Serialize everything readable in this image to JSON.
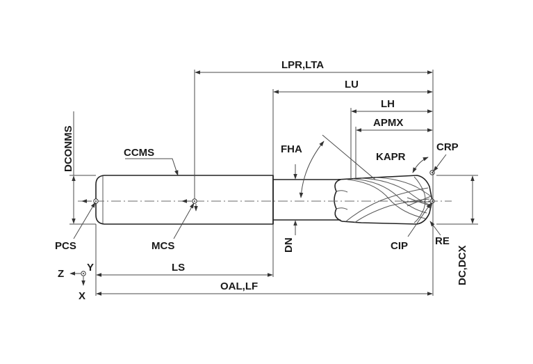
{
  "labels": {
    "lpr_lta": "LPR,LTA",
    "lu": "LU",
    "lh": "LH",
    "apmx": "APMX",
    "dconms": "DCONMS",
    "ccms": "CCMS",
    "fha": "FHA",
    "kapr": "KAPR",
    "crp": "CRP",
    "pcs": "PCS",
    "mcs": "MCS",
    "dn": "DN",
    "cip": "CIP",
    "re": "RE",
    "dc_dcx": "DC,DCX",
    "ls": "LS",
    "oal_lf": "OAL,LF",
    "axis_z": "Z",
    "axis_y": "Y",
    "axis_x": "X"
  }
}
